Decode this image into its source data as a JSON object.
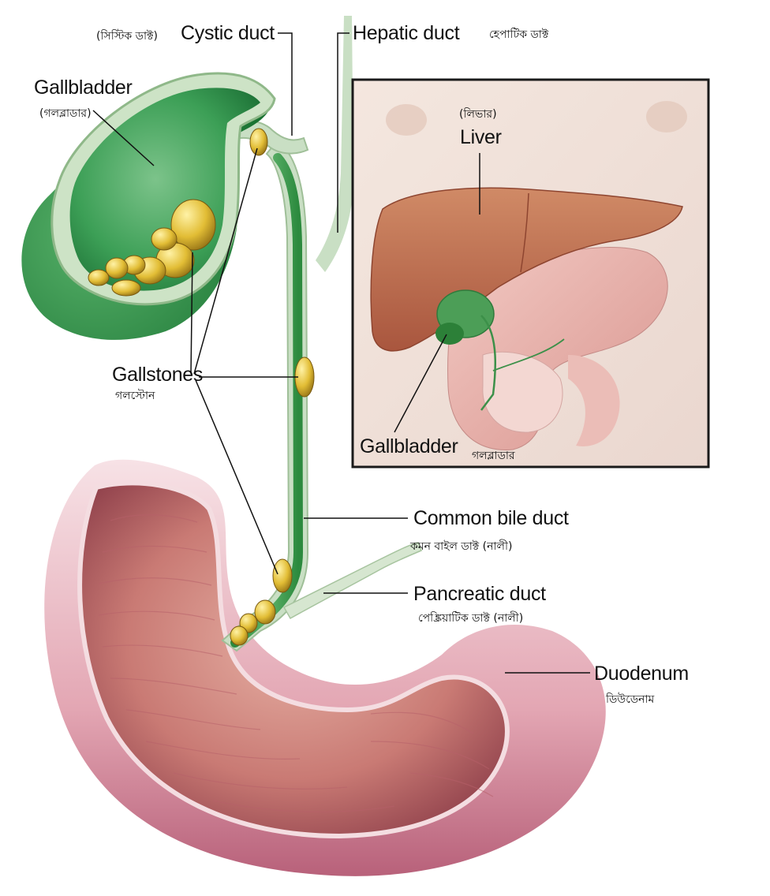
{
  "labels": {
    "cystic_duct": "Cystic duct",
    "cystic_duct_bn": "(সিস্টিক ডাক্ট)",
    "hepatic_duct": "Hepatic duct",
    "hepatic_duct_bn": "হেপাটিক ডাক্ট",
    "gallbladder": "Gallbladder",
    "gallbladder_bn": "(গলব্লাডার)",
    "gallstones": "Gallstones",
    "gallstones_bn": "গলস্টোন",
    "common_bile_duct": "Common bile duct",
    "common_bile_duct_bn": "কমন বাইল ডাক্ট (নালী)",
    "pancreatic_duct": "Pancreatic duct",
    "pancreatic_duct_bn": "পেঙ্ক্রিয়াটিক ডাক্ট (নালী)",
    "duodenum": "Duodenum",
    "duodenum_bn": "ডিউডেনাম"
  },
  "inset": {
    "liver": "Liver",
    "liver_bn": "(লিভার)",
    "gallbladder": "Gallbladder",
    "gallbladder_bn": "গলব্লাডার"
  },
  "colors": {
    "gallbladder_green": "#2e9a4a",
    "duct_wall": "#c8dcc0",
    "stone_yellow": "#e6c23a",
    "duodenum_pink": "#e8a3b0",
    "liver_brown": "#b8684a",
    "inset_border": "#1a1a1a"
  }
}
